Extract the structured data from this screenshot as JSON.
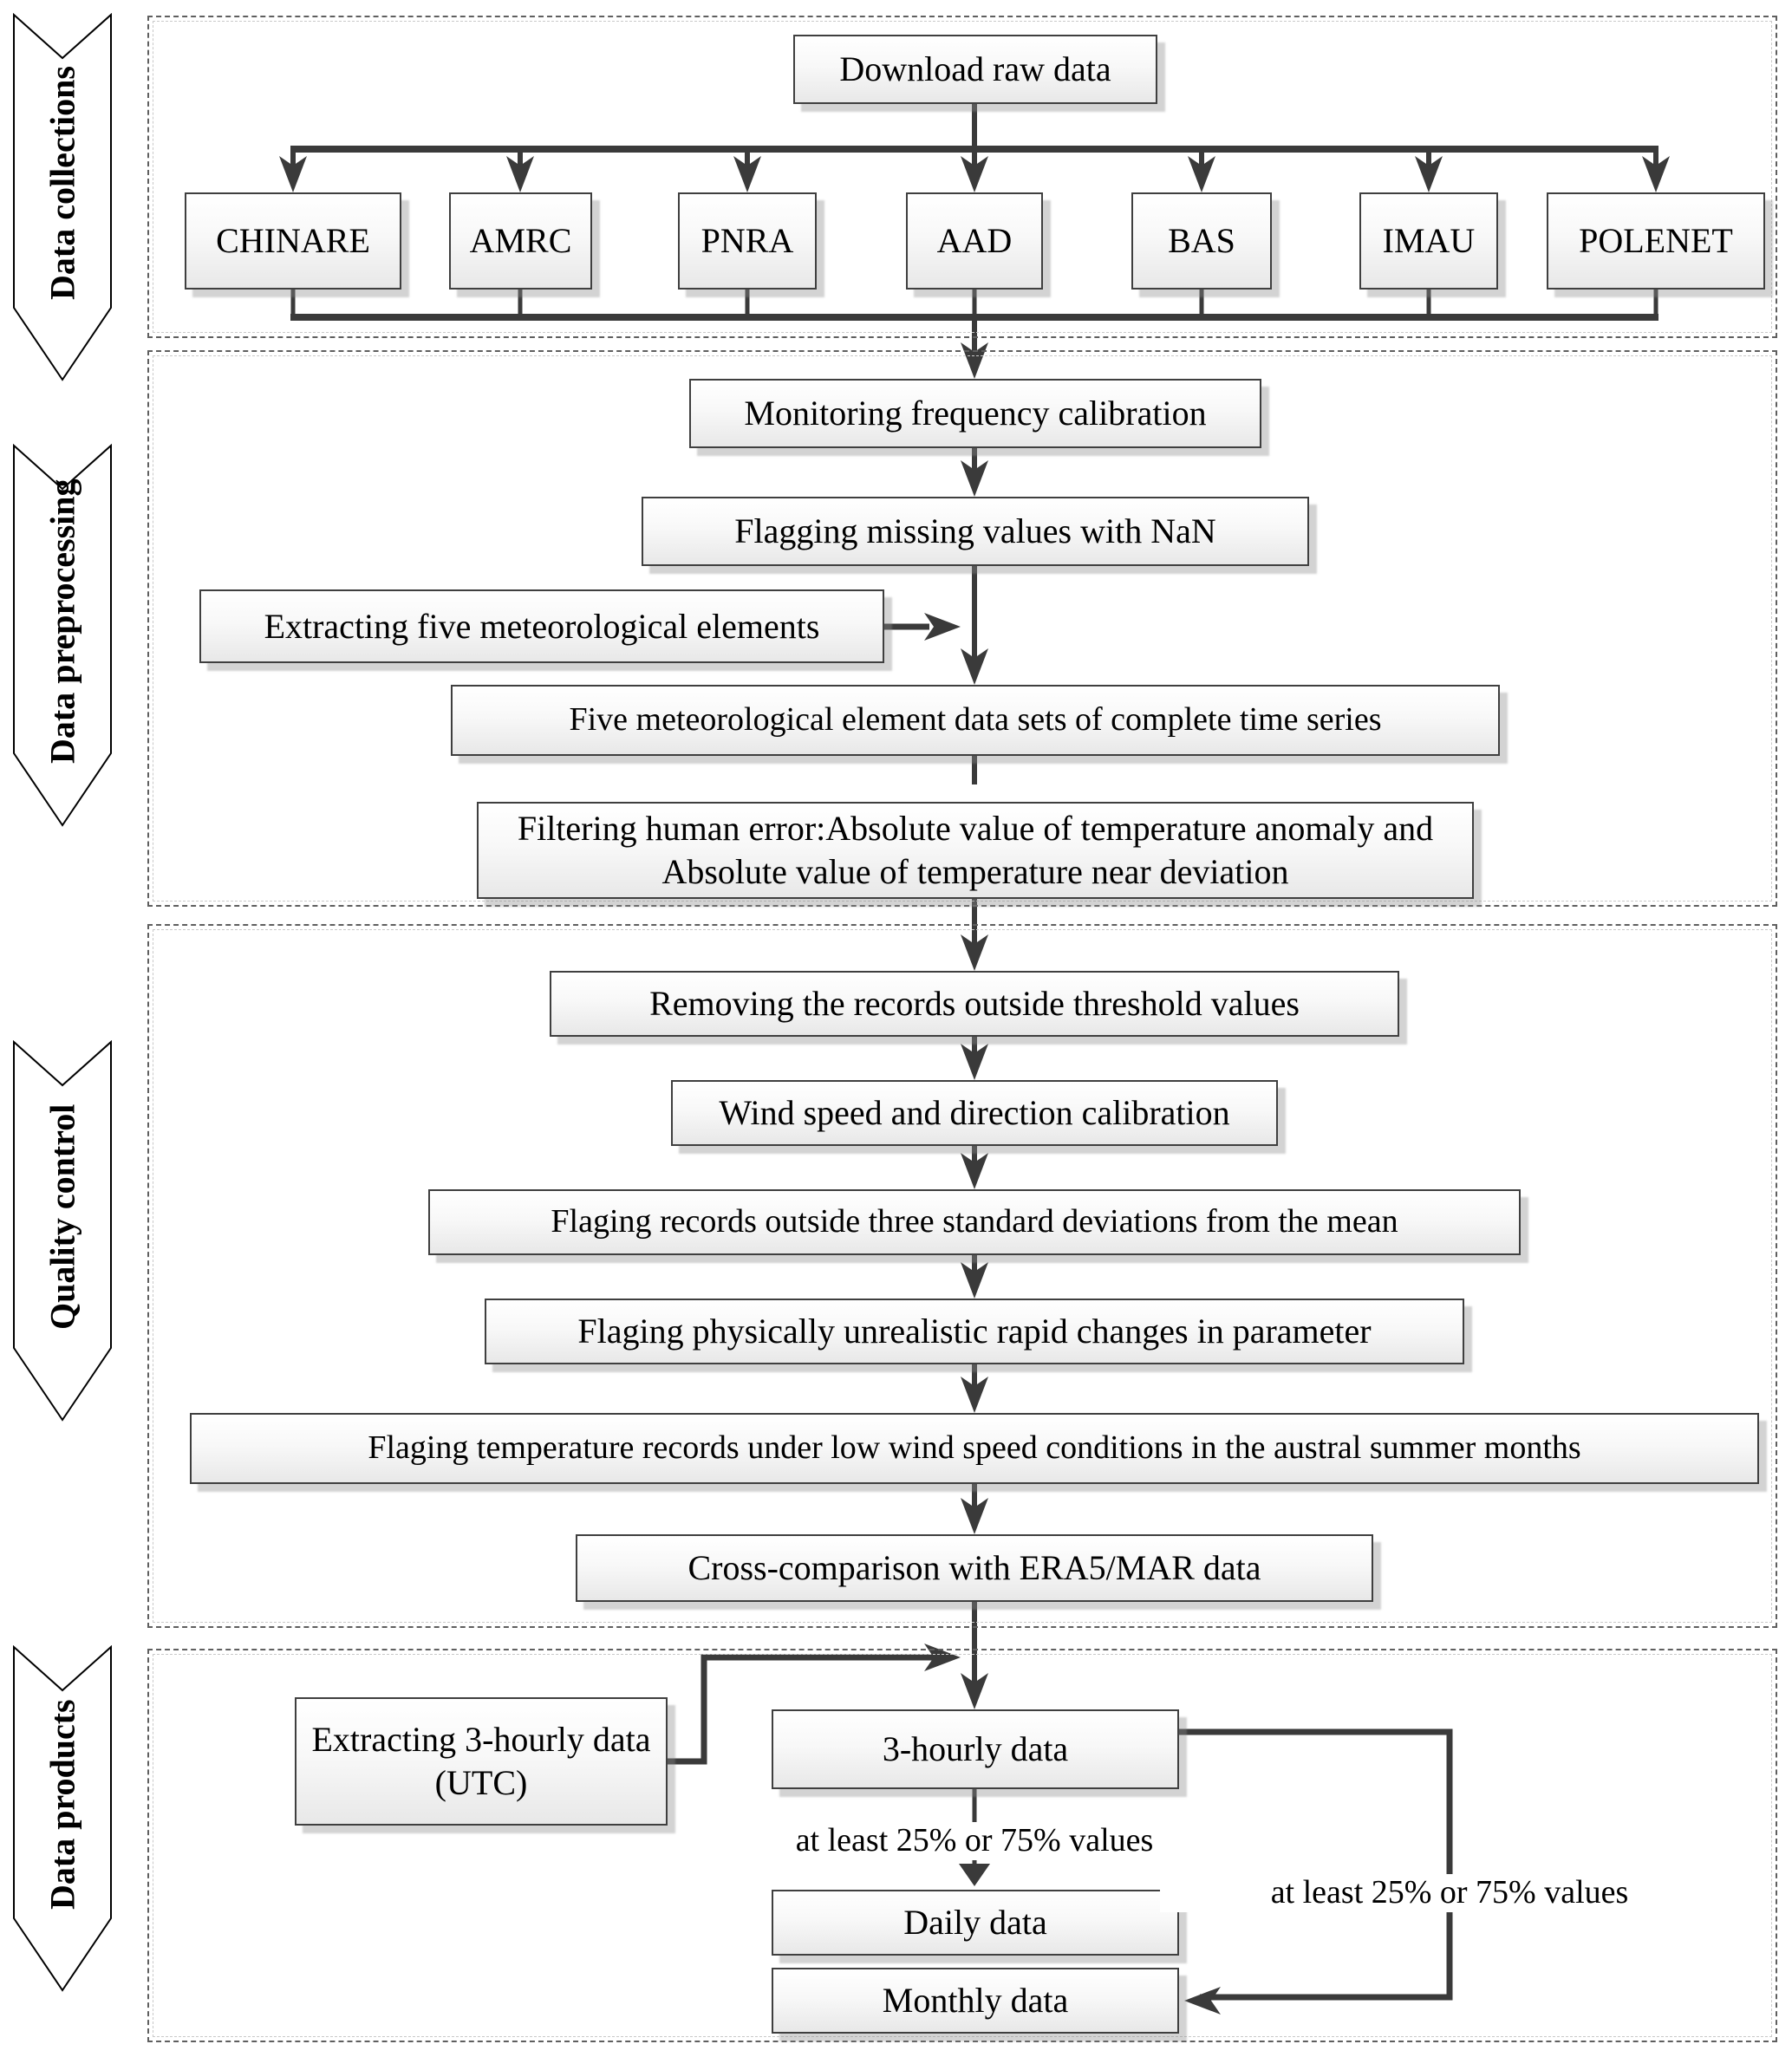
{
  "figure": {
    "type": "flowchart",
    "description": "AWS data processing pipeline flowchart"
  },
  "banners": [
    {
      "label": "Data collections"
    },
    {
      "label": "Data preprocessing"
    },
    {
      "label": "Quality control"
    },
    {
      "label": "Data products"
    }
  ],
  "collections": {
    "root": "Download raw data",
    "sources": [
      "CHINARE",
      "AMRC",
      "PNRA",
      "AAD",
      "BAS",
      "IMAU",
      "POLENET"
    ]
  },
  "preprocessing": {
    "side_input": "Extracting five meteorological elements",
    "steps": [
      "Monitoring frequency calibration",
      "Flagging missing values with NaN",
      "Five meteorological element data sets of complete time series",
      "Filtering human error:Absolute value of temperature anomaly and Absolute value of temperature near deviation"
    ]
  },
  "quality_control": {
    "steps": [
      "Removing the records outside threshold values",
      "Wind speed and direction calibration",
      "Flaging records outside three standard deviations from the mean",
      "Flaging physically unrealistic rapid changes in parameter",
      "Flaging temperature records under low wind speed conditions in the austral summer months",
      "Cross-comparison with ERA5/MAR data"
    ]
  },
  "products": {
    "side_input": "Extracting 3-hourly data (UTC)",
    "three_hourly": "3-hourly data",
    "daily": "Daily data",
    "monthly": "Monthly data",
    "daily_condition": "at least 25% or 75% values",
    "monthly_condition": "at least 25% or 75% values"
  },
  "colors": {
    "line": "#3a3a3a",
    "box_border": "#3f3f3f",
    "box_fill_bottom": "#e8e8e8",
    "section_border": "#5f5f5f"
  }
}
